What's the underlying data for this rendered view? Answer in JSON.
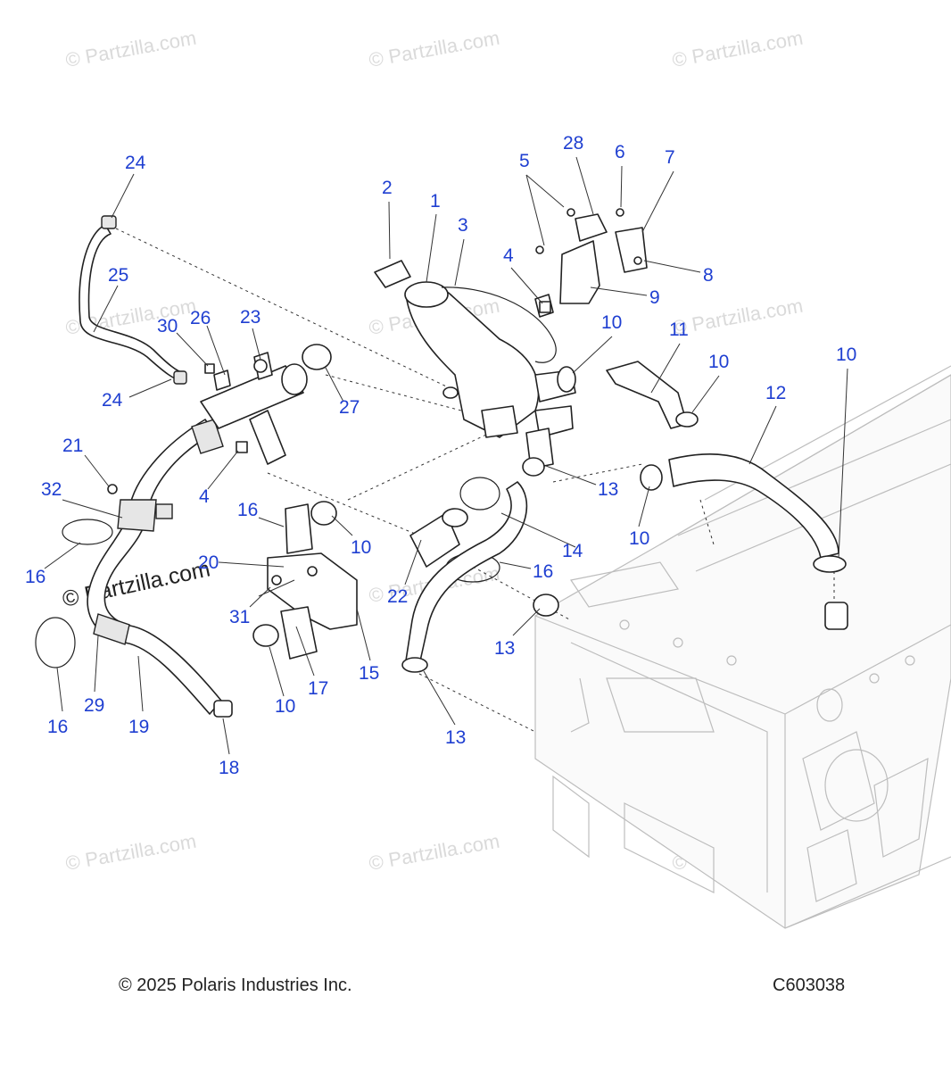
{
  "watermark_text": "© Partzilla.com",
  "callouts": [
    {
      "id": "c24a",
      "label": "24"
    },
    {
      "id": "c25",
      "label": "25"
    },
    {
      "id": "c24b",
      "label": "24"
    },
    {
      "id": "c30",
      "label": "30"
    },
    {
      "id": "c26",
      "label": "26"
    },
    {
      "id": "c23",
      "label": "23"
    },
    {
      "id": "c27",
      "label": "27"
    },
    {
      "id": "c21",
      "label": "21"
    },
    {
      "id": "c32",
      "label": "32"
    },
    {
      "id": "c4a",
      "label": "4"
    },
    {
      "id": "c16a",
      "label": "16"
    },
    {
      "id": "c16b",
      "label": "16"
    },
    {
      "id": "c10a",
      "label": "10"
    },
    {
      "id": "c20",
      "label": "20"
    },
    {
      "id": "c31",
      "label": "31"
    },
    {
      "id": "c17",
      "label": "17"
    },
    {
      "id": "c15",
      "label": "15"
    },
    {
      "id": "c10b",
      "label": "10"
    },
    {
      "id": "c16c",
      "label": "16"
    },
    {
      "id": "c29",
      "label": "29"
    },
    {
      "id": "c19",
      "label": "19"
    },
    {
      "id": "c18",
      "label": "18"
    },
    {
      "id": "c2",
      "label": "2"
    },
    {
      "id": "c1",
      "label": "1"
    },
    {
      "id": "c3",
      "label": "3"
    },
    {
      "id": "c5",
      "label": "5"
    },
    {
      "id": "c28",
      "label": "28"
    },
    {
      "id": "c6",
      "label": "6"
    },
    {
      "id": "c7",
      "label": "7"
    },
    {
      "id": "c4b",
      "label": "4"
    },
    {
      "id": "c8",
      "label": "8"
    },
    {
      "id": "c9",
      "label": "9"
    },
    {
      "id": "c10c",
      "label": "10"
    },
    {
      "id": "c11",
      "label": "11"
    },
    {
      "id": "c10d",
      "label": "10"
    },
    {
      "id": "c10e",
      "label": "10"
    },
    {
      "id": "c12",
      "label": "12"
    },
    {
      "id": "c13a",
      "label": "13"
    },
    {
      "id": "c10f",
      "label": "10"
    },
    {
      "id": "c14",
      "label": "14"
    },
    {
      "id": "c16d",
      "label": "16"
    },
    {
      "id": "c22",
      "label": "22"
    },
    {
      "id": "c13b",
      "label": "13"
    },
    {
      "id": "c13c",
      "label": "13"
    }
  ],
  "footer": {
    "copyright": "© 2025 Polaris Industries Inc.",
    "diagram_code": "C603038"
  }
}
